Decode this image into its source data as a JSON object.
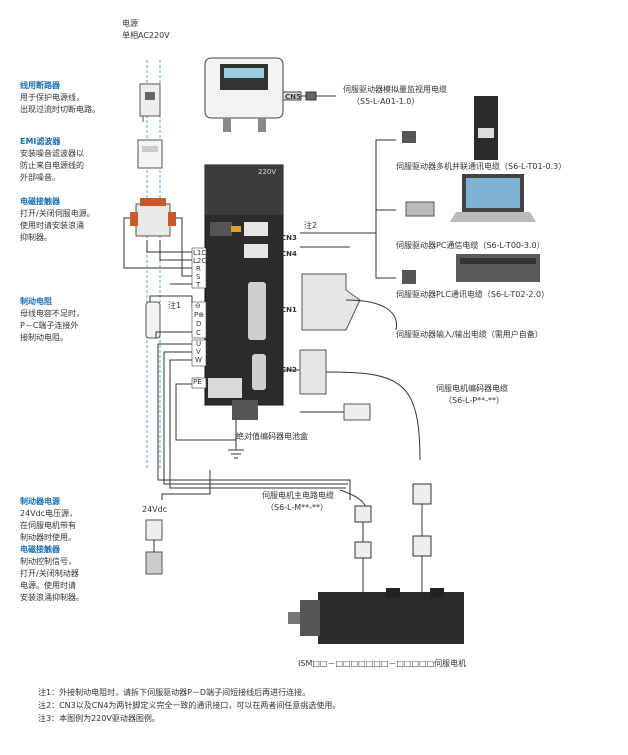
{
  "power": {
    "label": "电源",
    "sublabel": "单相AC220V"
  },
  "left_components": [
    {
      "title": "线用断路器",
      "lines": [
        "用于保护电源线，",
        "出现过流时切断电路。"
      ]
    },
    {
      "title": "EMI滤波器",
      "lines": [
        "安装噪音滤波器以",
        "防止来自电源线的",
        "外部噪音。"
      ]
    },
    {
      "title": "电磁接触器",
      "lines": [
        "打开/关闭伺服电源。",
        "使用时请安装浪涌",
        "抑制器。"
      ]
    },
    {
      "title": "制动电阻",
      "lines": [
        "母线电容不足时，",
        "P－C端子连接外",
        "接制动电阻。"
      ]
    },
    {
      "title": "制动器电源",
      "lines": [
        "24Vdc电压源，",
        "在伺服电机带有",
        "制动器时使用。"
      ]
    },
    {
      "title": "电磁接触器",
      "lines": [
        "制动控制信号，",
        "打开/关闭制动器",
        "电源。使用时请",
        "安装浪涌抑制器。"
      ]
    }
  ],
  "drive": {
    "model_label": "220V",
    "terminals": [
      "L1C",
      "L2C",
      "R",
      "S",
      "T",
      "⊖",
      "P⊕",
      "D",
      "C",
      "U",
      "V",
      "W",
      "PE"
    ]
  },
  "connectors": {
    "cn5": "CN5",
    "cn3": "CN3",
    "cn4": "CN4",
    "cn1": "CN1",
    "cn2": "CN2"
  },
  "right_labels": {
    "monitor_cable": [
      "伺服驱动器模拟量监视用电缆",
      "（S5-L-A01-1.0）"
    ],
    "multi_comm": "伺服驱动器多机并联通讯电缆（S6-L-T01-0.3）",
    "pc_comm": "伺服驱动器PC通信电缆（S6-L-T00-3.0）",
    "plc_comm": "伺服驱动器PLC通讯电缆（S6-L-T02-2.0）",
    "io_cable": "伺服驱动器输入/输出电缆（需用户自备）",
    "encoder_cable": [
      "伺服电机编码器电缆",
      "（S6-L-P**-**）"
    ],
    "battery_box": "绝对值编码器电池盒",
    "main_cable": [
      "伺服电机主电路电缆",
      "（S6-L-M**-**）"
    ],
    "motor": "ISM□□－□□□□□□□－□□□□□伺服电机"
  },
  "marks": {
    "note1": "注1",
    "note2": "注2",
    "vdc": "24Vdc"
  },
  "notes": [
    "注1：外接制动电阻时，请拆下伺服驱动器P－D端子间短接线后再进行连接。",
    "注2：CN3以及CN4为两针脚定义完全一致的通讯接口，可以在两者间任意挑选使用。",
    "注3：本图例为220V驱动器图例。"
  ],
  "colors": {
    "accent": "#1a6eb5",
    "drive": "#2b2b2b",
    "line": "#333333"
  }
}
